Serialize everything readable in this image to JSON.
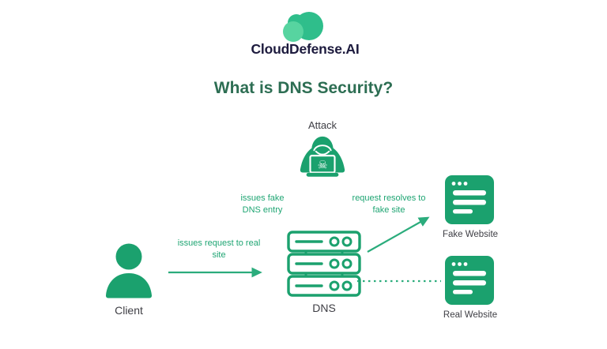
{
  "brand": {
    "name": "CloudDefense.AI"
  },
  "title": "What is DNS Security?",
  "colors": {
    "accent_green": "#1fa573",
    "icon_green": "#1ba16e",
    "title_green": "#2d6e53",
    "brand_navy": "#1d1b3e",
    "label_gray": "#3e3e44",
    "logo_green_dark": "#2fbe8b",
    "logo_green_light": "#57d4a0"
  },
  "icons": {
    "logo": "cloud-circles",
    "attack": "hooded-hacker-with-laptop",
    "skull_glyph": "☠",
    "client": "person-silhouette",
    "dns": "server-stack",
    "website": "browser-window"
  },
  "diagram": {
    "attack": {
      "label": "Attack"
    },
    "client": {
      "label": "Client"
    },
    "dns": {
      "label": "DNS"
    },
    "fake_website": {
      "label": "Fake Website"
    },
    "real_website": {
      "label": "Real Website"
    },
    "annotations": {
      "fake_entry_line1": "issues fake",
      "fake_entry_line2": "DNS entry",
      "resolves_line1": "request resolves to",
      "resolves_line2": "fake site",
      "request_line1": "issues request to real",
      "request_line2": "site"
    }
  }
}
